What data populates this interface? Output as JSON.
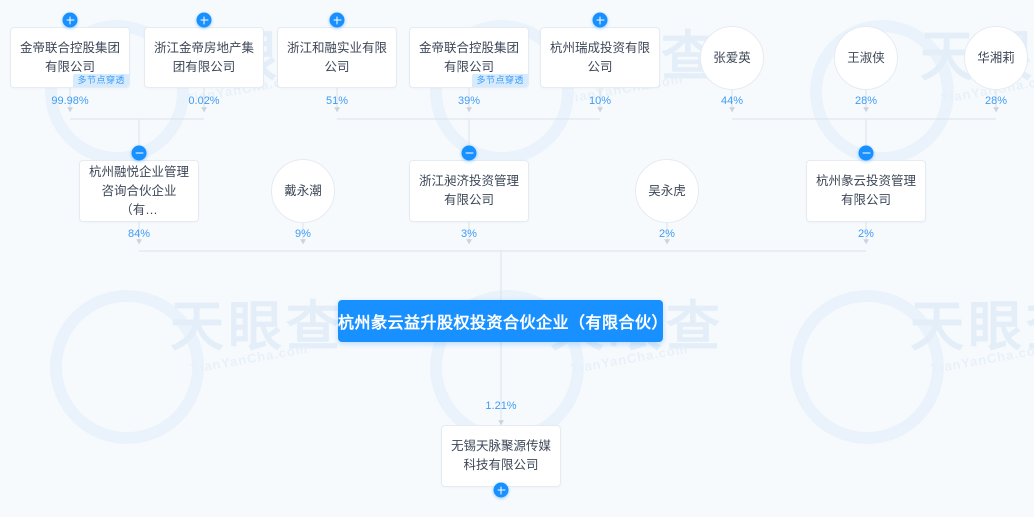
{
  "theme": {
    "background": "#f7fafd",
    "accent": "#1890ff",
    "edge_color": "#d9e2ec",
    "percent_color": "#3f9bf5",
    "card_text": "#3d4757",
    "badge_bg": "#d7ebff",
    "badge_text": "#3d9bf6",
    "watermark_color": "#e3eef9"
  },
  "watermark": {
    "brand_cn": "天眼查",
    "brand_en": "TianYanCha.com"
  },
  "graph": {
    "center": {
      "label": "杭州彖云益升股权投资合伙企业（有限合伙）"
    },
    "tier1": [
      {
        "id": "t1-1",
        "label": "金帝联合控股集团有限公司",
        "shape": "rect",
        "badge": "多节点穿透",
        "toggle": "plus",
        "percent": "99.98%"
      },
      {
        "id": "t1-2",
        "label": "浙江金帝房地产集团有限公司",
        "shape": "rect",
        "badge": null,
        "toggle": "plus",
        "percent": "0.02%"
      },
      {
        "id": "t1-3",
        "label": "浙江和融实业有限公司",
        "shape": "rect",
        "badge": null,
        "toggle": "plus",
        "percent": "51%"
      },
      {
        "id": "t1-4",
        "label": "金帝联合控股集团有限公司",
        "shape": "rect",
        "badge": "多节点穿透",
        "toggle": null,
        "percent": "39%"
      },
      {
        "id": "t1-5",
        "label": "杭州瑞成投资有限公司",
        "shape": "rect",
        "badge": null,
        "toggle": "plus",
        "percent": "10%"
      },
      {
        "id": "t1-6",
        "label": "张爱英",
        "shape": "circle",
        "badge": null,
        "toggle": null,
        "percent": "44%"
      },
      {
        "id": "t1-7",
        "label": "王淑侠",
        "shape": "circle",
        "badge": null,
        "toggle": null,
        "percent": "28%"
      },
      {
        "id": "t1-8",
        "label": "华湘莉",
        "shape": "circle",
        "badge": null,
        "toggle": null,
        "percent": "28%"
      }
    ],
    "tier2": [
      {
        "id": "t2-1",
        "label": "杭州融悦企业管理咨询合伙企业（有…",
        "shape": "rect",
        "toggle": "minus",
        "percent": "84%"
      },
      {
        "id": "t2-2",
        "label": "戴永潮",
        "shape": "circle",
        "toggle": null,
        "percent": "9%"
      },
      {
        "id": "t2-3",
        "label": "浙江昶济投资管理有限公司",
        "shape": "rect",
        "toggle": "minus",
        "percent": "3%"
      },
      {
        "id": "t2-4",
        "label": "吴永虎",
        "shape": "circle",
        "toggle": null,
        "percent": "2%"
      },
      {
        "id": "t2-5",
        "label": "杭州彖云投资管理有限公司",
        "shape": "rect",
        "toggle": "minus",
        "percent": "2%"
      }
    ],
    "tier4": [
      {
        "id": "t4-1",
        "label": "无锡天脉聚源传媒科技有限公司",
        "shape": "rect",
        "toggle": "plus",
        "percent": "1.21%"
      }
    ]
  }
}
